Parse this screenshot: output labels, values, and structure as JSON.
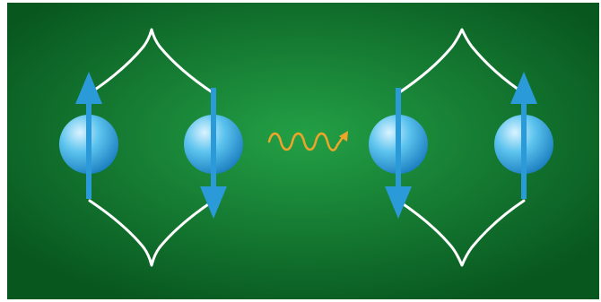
{
  "diagram": {
    "background_colors": {
      "page": "#ffffff",
      "center": "#23a046",
      "edge": "#08571f"
    },
    "colors": {
      "outline": "#ffffff",
      "spin_arrow": "#2a9ad8",
      "sphere_light": "#d9f3ff",
      "sphere_mid": "#5cc3ee",
      "sphere_dark": "#1b7fc0",
      "photon": "#f0a52a"
    },
    "particle_pairs": [
      {
        "name": "left-pair",
        "spins": [
          "up",
          "down"
        ]
      },
      {
        "name": "right-pair",
        "spins": [
          "down",
          "up"
        ]
      }
    ],
    "center_symbol": {
      "type": "wavy-arrow",
      "meaning": "photon"
    },
    "icons": [
      "sphere-icon",
      "spin-up-arrow-icon",
      "spin-down-arrow-icon",
      "wavy-photon-arrow-icon"
    ]
  }
}
